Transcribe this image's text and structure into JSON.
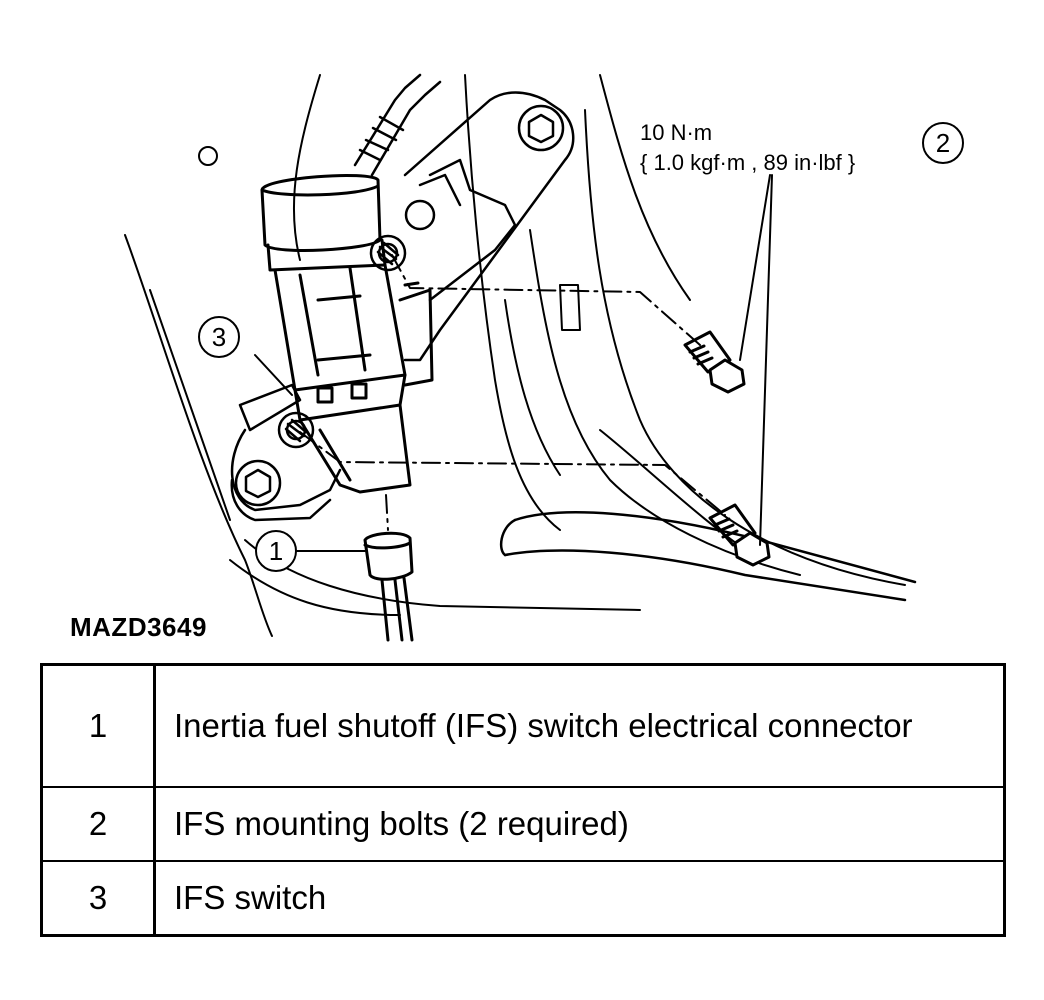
{
  "figure": {
    "id": "MAZD3649",
    "torque_spec": {
      "line1": "10 N·m",
      "line2": "{ 1.0 kgf·m , 89 in·lbf }"
    },
    "callouts": [
      "1",
      "2",
      "3"
    ]
  },
  "legend": {
    "rows": [
      {
        "num": "1",
        "text": "Inertia fuel shutoff (IFS) switch electrical connector"
      },
      {
        "num": "2",
        "text": "IFS mounting bolts (2 required)"
      },
      {
        "num": "3",
        "text": "IFS switch"
      }
    ]
  }
}
